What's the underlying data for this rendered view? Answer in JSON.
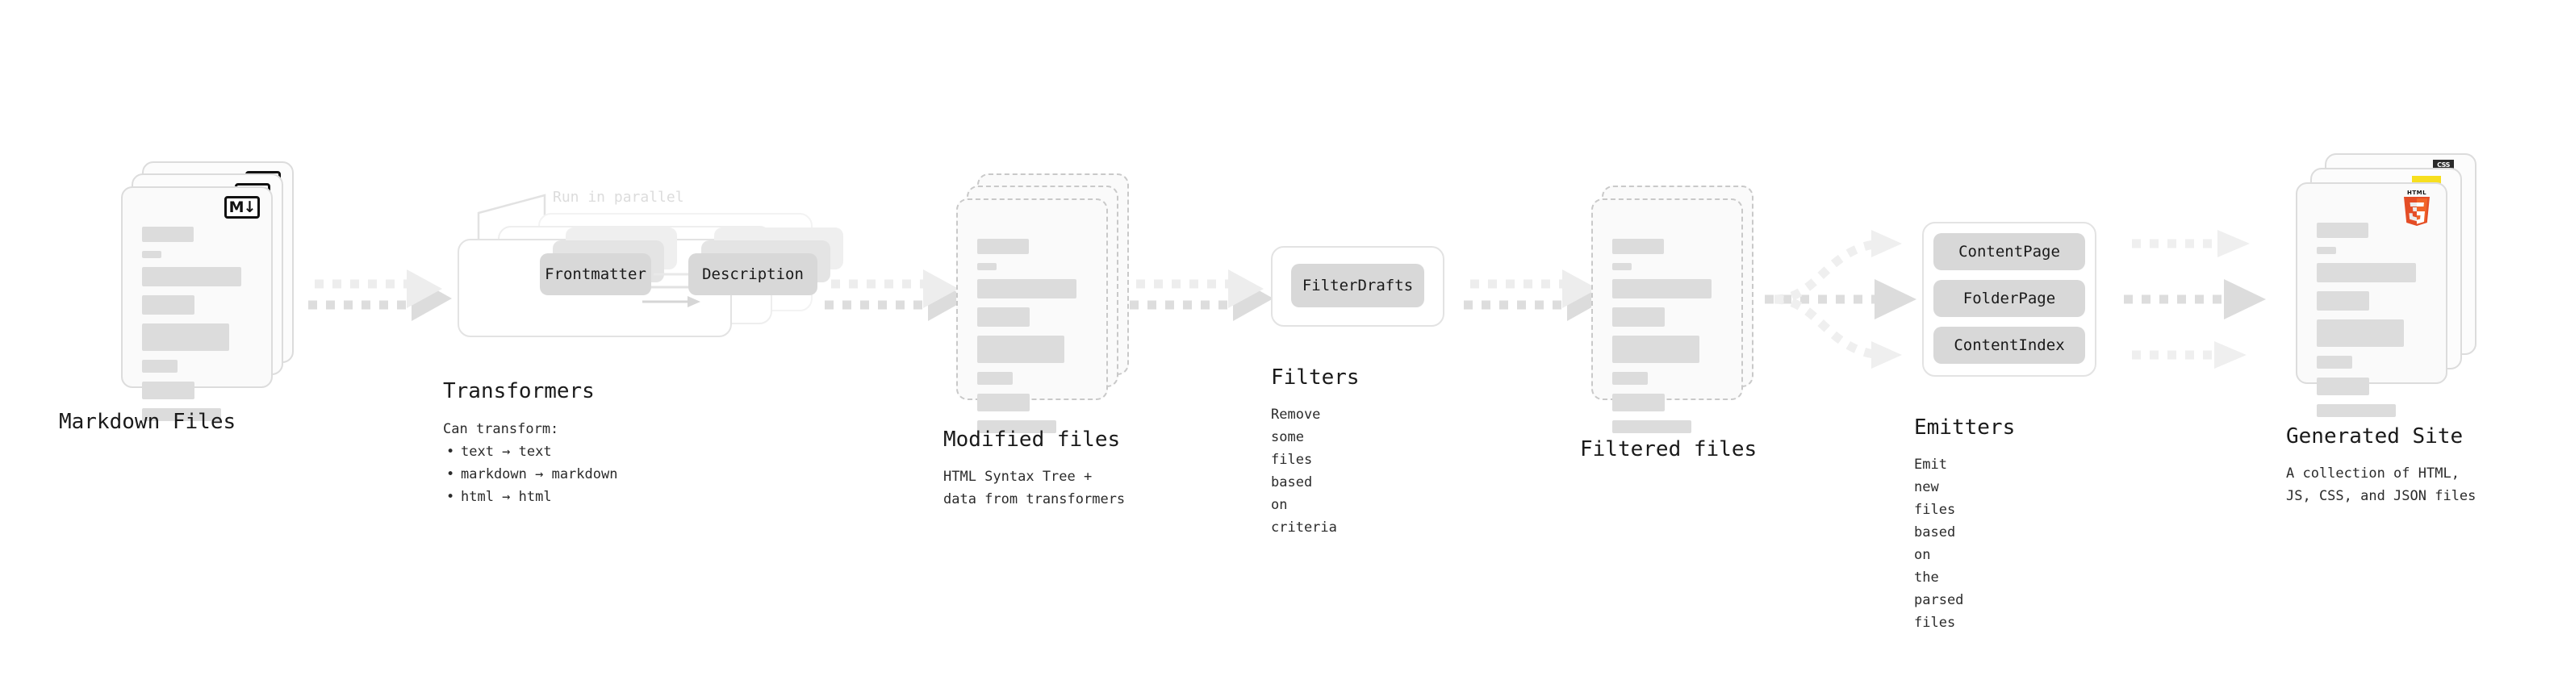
{
  "diagram": {
    "title": "Quartz content processing pipeline",
    "colors": {
      "text": "#1a1a1a",
      "muted": "#2b2b2b",
      "line_placeholder": "#dcdcdc",
      "card_border": "#dcdcdc",
      "dashed_border": "#c9c9c9",
      "arrow": "#d8d8d8",
      "pill_bg": "#d8d8d8",
      "html5_orange": "#e44d26",
      "html5_orange_light": "#f16529",
      "css_blue": "#2965f1",
      "js_yellow": "#f7df1e"
    },
    "stages": [
      {
        "id": "markdown-files",
        "title": "Markdown Files",
        "desc": "",
        "badge": "markdown-icon",
        "badge_text": "M↓"
      },
      {
        "id": "transformers",
        "title": "Transformers",
        "desc_lead": "Can transform:",
        "bullets": [
          "text → text",
          "markdown → markdown",
          "html → html"
        ],
        "annotation": "Run in parallel",
        "nodes": [
          "Frontmatter",
          "Description"
        ]
      },
      {
        "id": "modified-files",
        "title": "Modified files",
        "desc": "HTML Syntax Tree +\ndata from transformers"
      },
      {
        "id": "filters",
        "title": "Filters",
        "desc": "Remove some files based\non criteria",
        "nodes": [
          "FilterDrafts"
        ]
      },
      {
        "id": "filtered-files",
        "title": "Filtered files",
        "desc": ""
      },
      {
        "id": "emitters",
        "title": "Emitters",
        "desc": "Emit new files based on\nthe parsed files",
        "nodes": [
          "ContentPage",
          "FolderPage",
          "ContentIndex"
        ]
      },
      {
        "id": "generated-site",
        "title": "Generated Site",
        "desc": "A collection of HTML,\nJS, CSS, and JSON files",
        "badges": [
          "html5-icon",
          "js-icon",
          "css-icon"
        ],
        "badge_html5_top": "HTML",
        "badge_html5_num": "5",
        "badge_css_text": "CSS"
      }
    ]
  }
}
